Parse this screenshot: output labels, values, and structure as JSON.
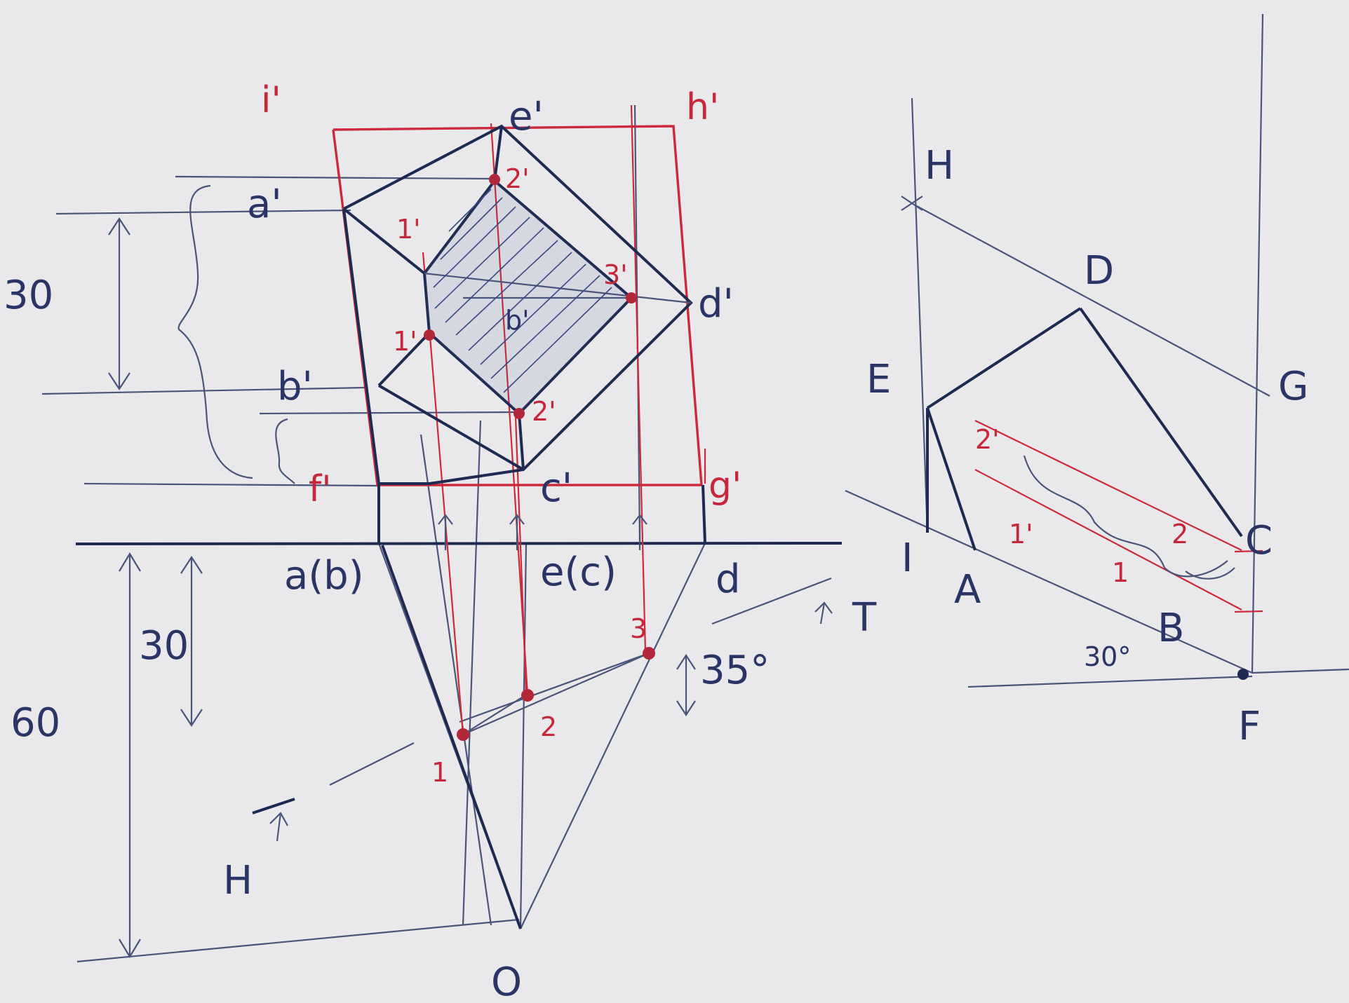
{
  "labels": {
    "i_prime": "i'",
    "e_prime": "e'",
    "h_prime": "h'",
    "a_prime": "a'",
    "b_prime": "b'",
    "c_prime": "c'",
    "d_prime": "d'",
    "f_prime": "f'",
    "g_prime": "g'",
    "one_prime_upper": "1'",
    "one_prime_lower": "1'",
    "two_prime_upper": "2'",
    "two_prime_lower": "2'",
    "three_prime": "3'",
    "b_prime_inner": "b'",
    "a_b": "a(b)",
    "e_c": "e(c)",
    "d": "d",
    "o": "O",
    "pt1": "1",
    "pt2": "2",
    "pt3": "3",
    "dim30_left": "30",
    "dim30_mid": "30",
    "dim60": "60",
    "dim35": "35°",
    "t": "T",
    "h_plane": "H",
    "big_h": "H",
    "big_d": "D",
    "big_e": "E",
    "big_g": "G",
    "big_i": "I",
    "big_a": "A",
    "big_c": "C",
    "big_b": "B",
    "big_f": "F",
    "angle30": "30°",
    "aux_2prime": "2'",
    "aux_1prime": "1'",
    "aux_1": "1",
    "aux_2": "2"
  },
  "colors": {
    "ink_blue": "#1f2a52",
    "ink_red": "#cc2a3a",
    "paper": "#e9e9ec"
  }
}
